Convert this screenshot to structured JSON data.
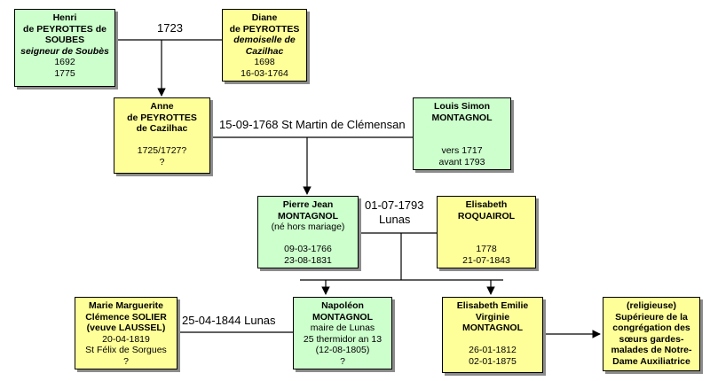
{
  "persons": {
    "henri": {
      "lines": [
        "Henri",
        "de PEYROTTES de SOUBES",
        "seigneur de Soubès",
        "1692",
        "1775"
      ]
    },
    "diane": {
      "lines": [
        "Diane",
        "de PEYROTTES",
        "demoiselle de Cazilhac",
        "1698",
        "16-03-1764"
      ]
    },
    "anne": {
      "lines": [
        "Anne",
        "de PEYROTTES",
        "de Cazilhac",
        "",
        "1725/1727?",
        "?"
      ]
    },
    "louis": {
      "lines": [
        "Louis Simon",
        "MONTAGNOL",
        "",
        "",
        "vers 1717",
        "avant 1793"
      ]
    },
    "pierre": {
      "lines": [
        "Pierre Jean",
        "MONTAGNOL",
        "(né hors mariage)",
        "",
        "09-03-1766",
        "23-08-1831"
      ]
    },
    "elisabeth_r": {
      "lines": [
        "Elisabeth",
        "ROQUAIROL",
        "",
        "",
        "1778",
        "21-07-1843"
      ]
    },
    "marie": {
      "lines": [
        "Marie Marguerite",
        "Clémence SOLIER",
        "(veuve LAUSSEL)",
        "20-04-1819",
        "St Félix de Sorgues",
        "?"
      ]
    },
    "napoleon": {
      "lines": [
        "Napoléon",
        "MONTAGNOL",
        "maire de Lunas",
        "25 thermidor an 13",
        "(12-08-1805)",
        "?"
      ]
    },
    "elisabeth_e": {
      "lines": [
        "Elisabeth Emilie",
        "Virginie",
        "MONTAGNOL",
        "",
        "26-01-1812",
        "02-01-1875"
      ]
    },
    "religieuse": {
      "lines": [
        "(religieuse)",
        "Supérieure de la",
        "congrégation des",
        "sœurs gardes-",
        "malades de Notre-",
        "Dame Auxiliatrice"
      ]
    }
  },
  "marriages": {
    "m1": "1723",
    "m2": "15-09-1768 St Martin de Clémensan",
    "m3_date": "01-07-1793",
    "m3_place": "Lunas",
    "m4": "25-04-1844 Lunas"
  },
  "colors": {
    "green": "#ccffcc",
    "yellow": "#ffff99",
    "line": "#000000",
    "shadow": "#8c8c8c"
  }
}
